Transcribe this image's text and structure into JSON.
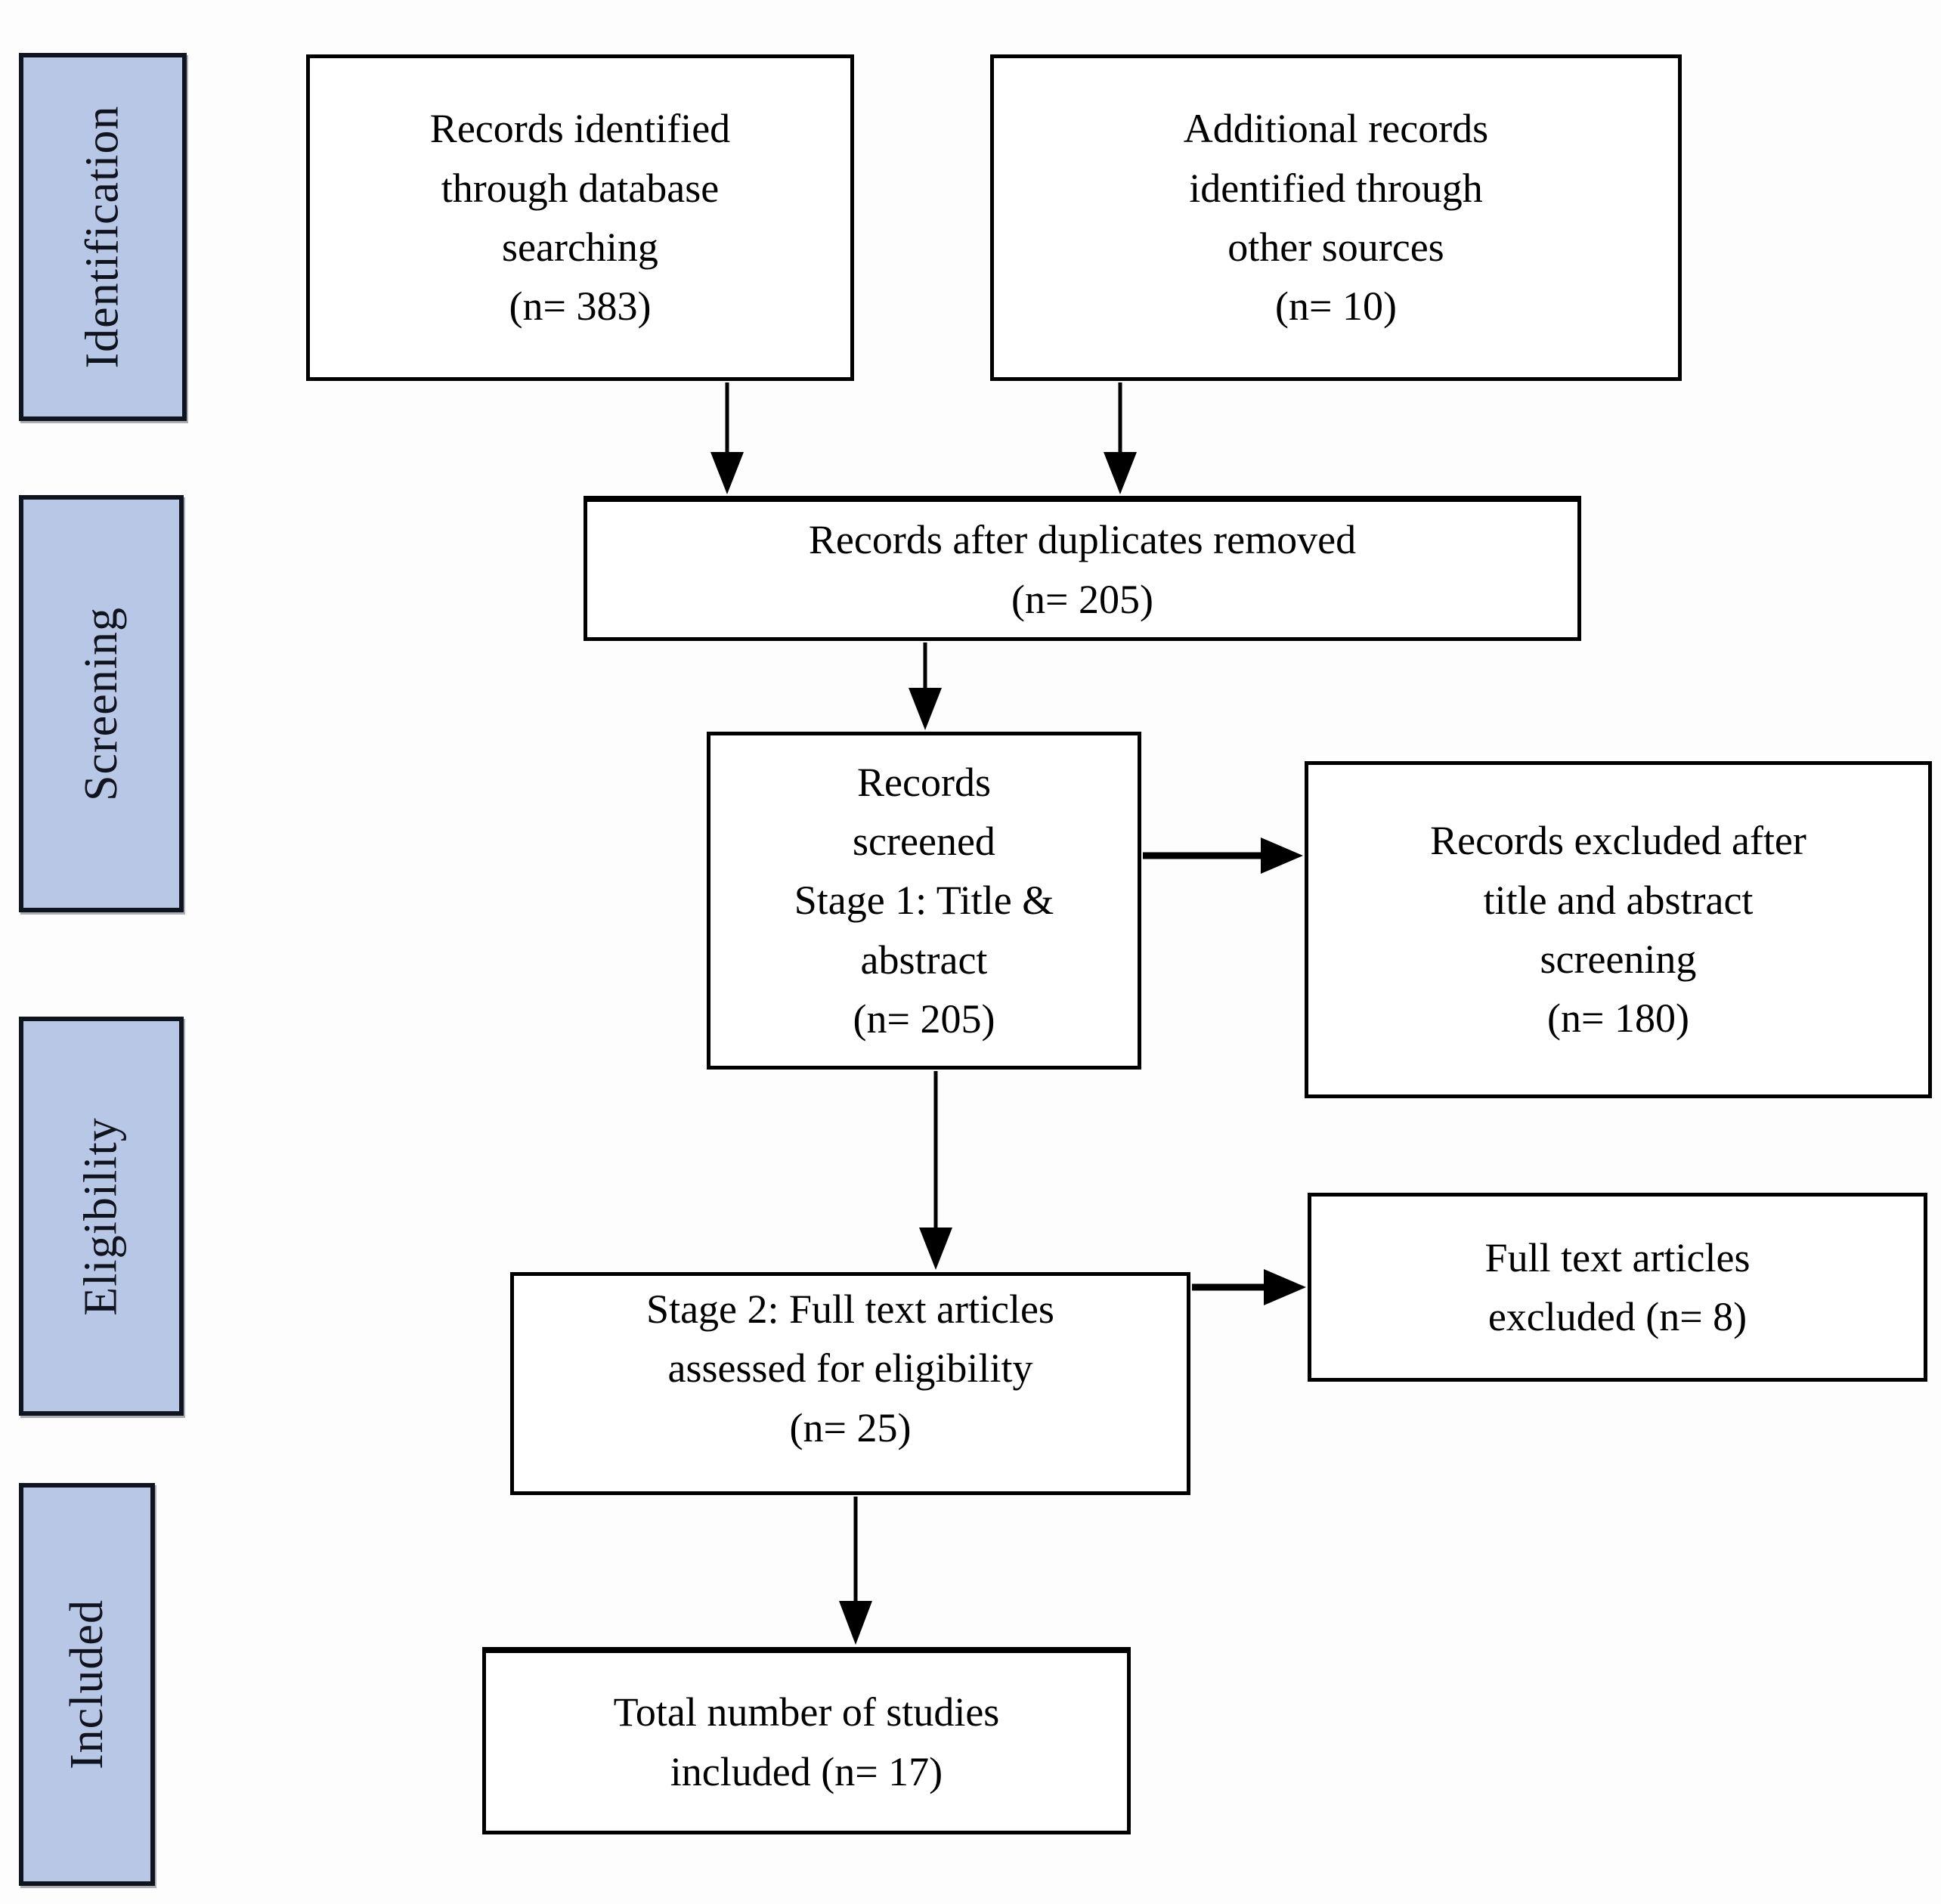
{
  "sidebar": {
    "stages": [
      {
        "label": "Identification"
      },
      {
        "label": "Screening"
      },
      {
        "label": "Eligibility"
      },
      {
        "label": "Included"
      }
    ]
  },
  "flow": {
    "records_identified": "Records identified\nthrough database\nsearching\n(n= 383)",
    "additional_records": "Additional records\nidentified through\nother sources\n(n= 10)",
    "duplicates_removed": "Records after duplicates removed\n(n= 205)",
    "records_screened": "Records\nscreened\nStage 1: Title &\nabstract\n(n= 205)",
    "excluded_title_abstract": "Records excluded after\ntitle and abstract\nscreening\n(n= 180)",
    "fulltext_assessed": "Stage 2: Full text articles\nassessed for eligibility\n(n= 25)",
    "fulltext_excluded": "Full text articles\nexcluded (n= 8)",
    "total_included": "Total number of studies\nincluded (n= 17)"
  },
  "counts": {
    "database_searching": 383,
    "other_sources": 10,
    "after_duplicates": 205,
    "screened_stage1": 205,
    "excluded_title_abstract": 180,
    "fulltext_assessed": 25,
    "fulltext_excluded": 8,
    "total_included": 17
  },
  "colors": {
    "stage_fill": "#b9c7e6",
    "stage_border": "#10141f",
    "stage_text": "#10141f",
    "box_border": "#000000",
    "box_fill": "#ffffff",
    "arrow_color": "#000000",
    "page_bg": "#fdfdfd"
  }
}
